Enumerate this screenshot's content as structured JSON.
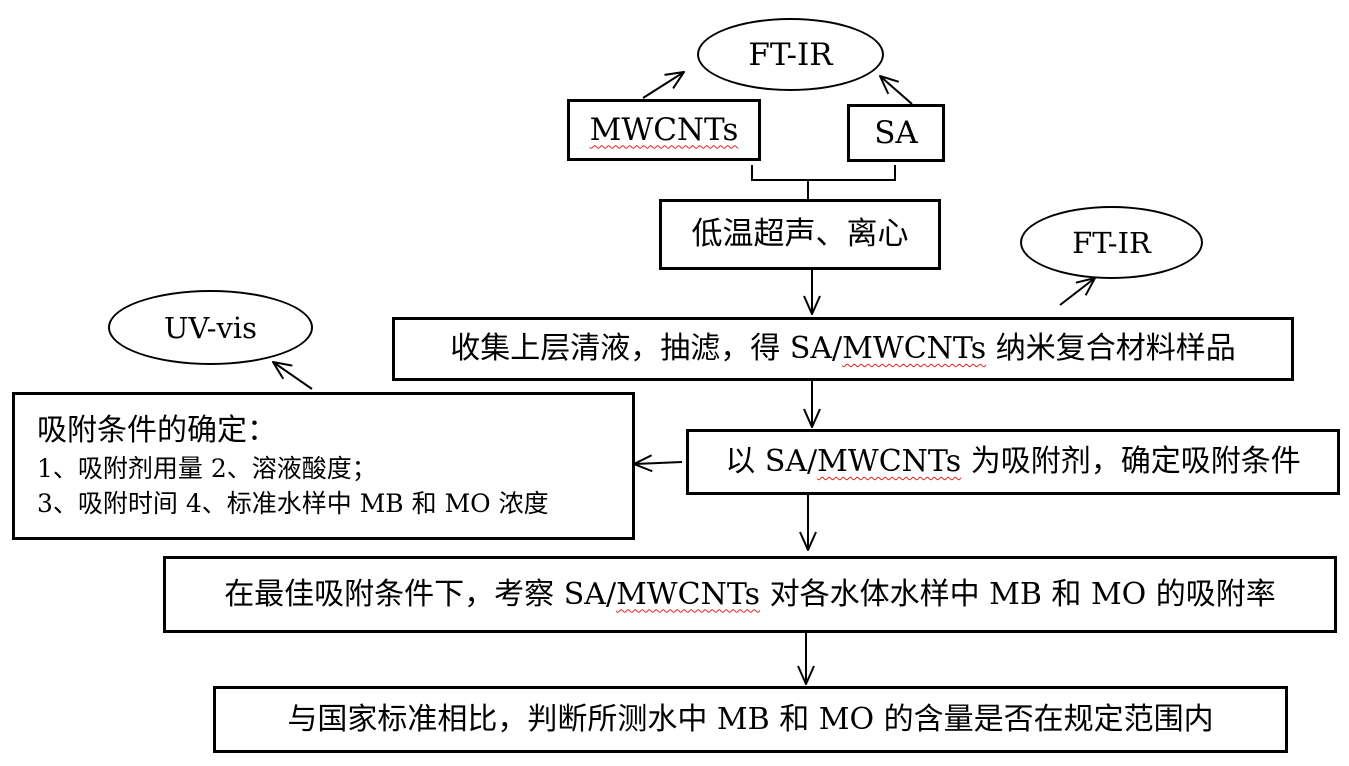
{
  "ovals": {
    "ftir_top": "FT-IR",
    "ftir_right": "FT-IR",
    "uvvis": "UV-vis"
  },
  "boxes": {
    "mwcnts": "MWCNTs",
    "sa": "SA",
    "process": "低温超声、离心",
    "collect_pre": "收集上层清液，抽滤，得 SA/",
    "collect_u": "MWCNTs",
    "collect_post": " 纳米复合材料样品",
    "determine_pre": "以 SA/",
    "determine_u": "MWCNTs",
    "determine_post": " 为吸附剂，确定吸附条件",
    "conditions": {
      "title": "吸附条件的确定：",
      "line1": "1、吸附剂用量 2、溶液酸度；",
      "line2": "3、吸附时间 4、标准水样中 MB 和 MO 浓度"
    },
    "optimal_pre": "在最佳吸附条件下，考察 SA/",
    "optimal_u": "MWCNTs",
    "optimal_post": " 对各水体水样中 MB 和 MO 的吸附率",
    "compare": "与国家标准相比，判断所测水中 MB 和 MO 的含量是否在规定范围内"
  }
}
